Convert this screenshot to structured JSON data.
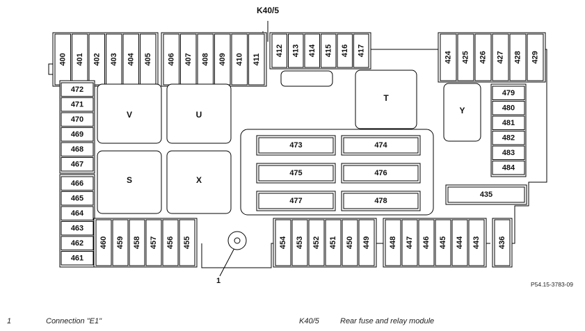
{
  "module_label": "K40/5",
  "connection_callout": "1",
  "reference_code": "P54.15-3783-09",
  "fuses_top_left": [
    "400",
    "401",
    "402",
    "403",
    "404",
    "405"
  ],
  "fuses_top_mid": [
    "406",
    "407",
    "408",
    "409",
    "410",
    "411"
  ],
  "fuses_top_k40": [
    "412",
    "413",
    "414",
    "415",
    "416",
    "417"
  ],
  "fuses_top_right": [
    "424",
    "425",
    "426",
    "427",
    "428",
    "429"
  ],
  "fuses_left_upper": [
    "472",
    "471",
    "470",
    "469",
    "468",
    "467"
  ],
  "fuses_left_lower": [
    "466",
    "465",
    "464",
    "463",
    "462",
    "461"
  ],
  "fuses_right_column": [
    "479",
    "480",
    "481",
    "482",
    "483",
    "484"
  ],
  "fuses_bottom_left": [
    "460",
    "459",
    "458",
    "457",
    "456",
    "455"
  ],
  "fuses_bottom_mid": [
    "454",
    "453",
    "452",
    "451",
    "450",
    "449"
  ],
  "fuses_bottom_right": [
    "448",
    "447",
    "446",
    "445",
    "444",
    "443"
  ],
  "fuse_436": "436",
  "fuse_435": "435",
  "relays_center": [
    "473",
    "474",
    "475",
    "476",
    "477",
    "478"
  ],
  "relay_blocks": [
    "V",
    "U",
    "S",
    "X",
    "T",
    "Y"
  ],
  "legend": [
    {
      "key": "1",
      "text": "Connection \"E1\""
    },
    {
      "key": "K40/5",
      "text": "Rear fuse and relay module"
    }
  ]
}
